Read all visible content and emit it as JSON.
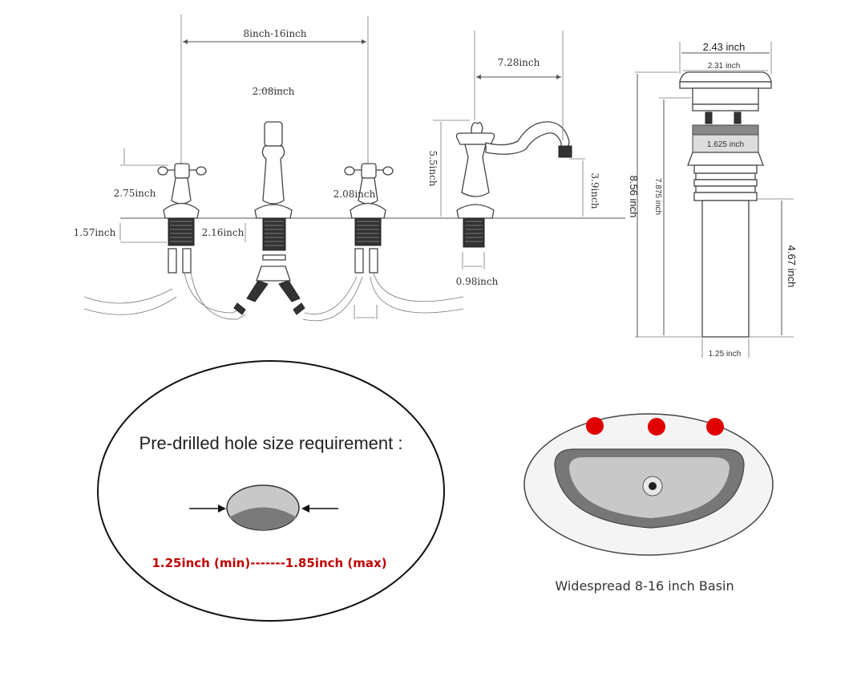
{
  "faucet": {
    "spread_label": "8inch-16inch",
    "spout_width_label": "2.08inch",
    "handle_height_label": "2.75inch",
    "shank_height_label": "1.57inch",
    "spout_shank_label": "2.16inch",
    "handle_width_label": "2.08inch",
    "reach_label": "7.28inch",
    "height_label": "5.5inch",
    "outlet_height_label": "3.9inch",
    "shank_dia_label": "0.98inch"
  },
  "drain": {
    "top_width_label": "2.43 inch",
    "inner_width_label": "2.31 inch",
    "band_label": "1.625 inch",
    "total_height_label": "8.56 inch",
    "body_height_label": "7.875 inch",
    "tail_height_label": "4.67 inch",
    "tail_dia_label": "1.25 inch"
  },
  "hole": {
    "title": "Pre-drilled hole size requirement :",
    "range": "1.25inch (min)-------1.85inch (max)"
  },
  "basin": {
    "caption": "Widespread 8-16 inch Basin",
    "hole_color": "#e00000"
  }
}
